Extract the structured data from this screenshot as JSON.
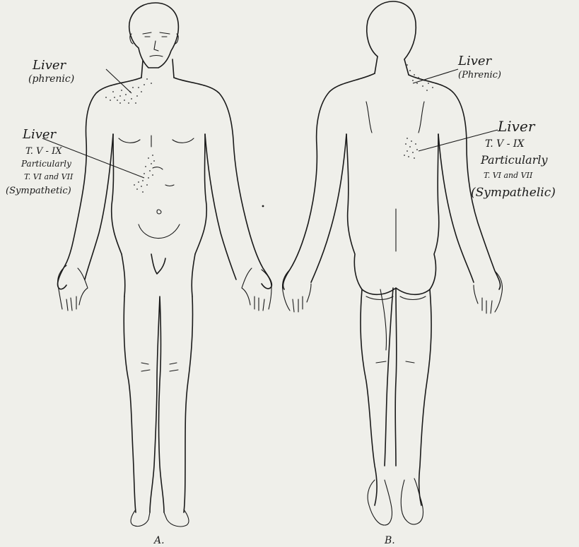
{
  "figure_a": {
    "caption": "A.",
    "phrenic_label": {
      "line1": "Liver",
      "line2": "(phrenic)"
    },
    "sympathetic_label": {
      "line1": "Liver",
      "line2": "T. V - IX",
      "line3": "Particularly",
      "line4": "T. VI and VII",
      "line5": "(Sympathetic)"
    }
  },
  "figure_b": {
    "caption": "B.",
    "phrenic_label": {
      "line1": "Liver",
      "line2": "(Phrenic)"
    },
    "sympathetic_label": {
      "line1": "Liver",
      "line2": "T. V - IX",
      "line3": "Particularly",
      "line4": "T. VI and VII",
      "line5": "(Sympathelic)"
    }
  }
}
